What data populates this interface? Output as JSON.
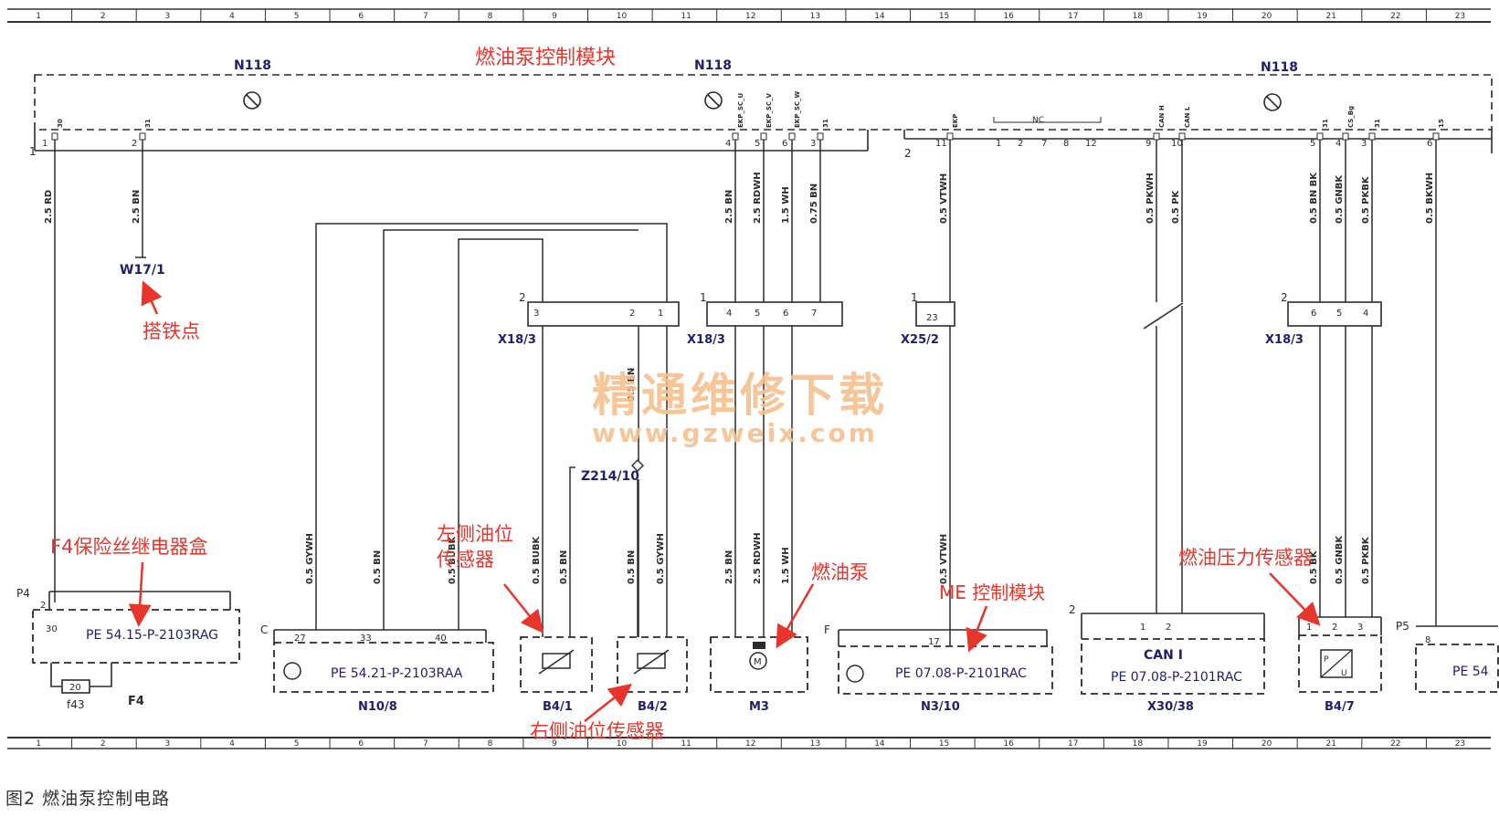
{
  "colors": {
    "line": "#2b2b2b",
    "label": "#1f1f6e",
    "annotation": "#e8352b",
    "watermark": "#f6c08e",
    "grid": "#333333"
  },
  "grid_cols": [
    "1",
    "2",
    "3",
    "4",
    "5",
    "6",
    "7",
    "8",
    "9",
    "10",
    "11",
    "12",
    "13",
    "14",
    "15",
    "16",
    "17",
    "18",
    "19",
    "20",
    "21",
    "22",
    "23"
  ],
  "module": {
    "title": "燃油泵控制模块",
    "refs": [
      "N118",
      "N118",
      "N118"
    ],
    "group1": "1",
    "group2": "2",
    "nc": "NC",
    "pins_g1": [
      "1",
      "2",
      "4",
      "5",
      "6",
      "3"
    ],
    "pins_g2": [
      "11",
      "1",
      "2",
      "7",
      "8",
      "12",
      "9",
      "10",
      "5",
      "4",
      "3",
      "6"
    ],
    "pin_names": [
      "30",
      "31",
      "EKP_SC_U",
      "EKP_SC_V",
      "EKP_SC_W",
      "31",
      "EKP",
      "CAN H",
      "CAN L",
      "31",
      "CS_Bg",
      "31",
      "15"
    ]
  },
  "wires": {
    "top": [
      "2.5 RD",
      "2.5 BN",
      "2.5 BN",
      "2.5 RDWH",
      "1.5 WH",
      "0.75 BN",
      "0.5 VTWH",
      "0.5 PKWH",
      "0.5 PK",
      "0.5 BN BK",
      "0.5 GNBK",
      "0.5 PKBK",
      "0.5 BKWH"
    ],
    "bottom": [
      "0.5 GYWH",
      "0.5 BN",
      "0.5 BUBK",
      "0.5 BUBK",
      "0.5 BN",
      "0.5 BN",
      "0.5 GYWH",
      "2.5 BN",
      "2.5 RDWH",
      "1.5 WH",
      "0.5 VTWH",
      "0.5 BK",
      "0.5 GNBK",
      "0.5 PKBK"
    ],
    "mid": "0.5 BN"
  },
  "connectors": {
    "w17": "W17/1",
    "x18a": "X18/3",
    "x18a_num": "2",
    "x18a_pins": [
      "3",
      "2",
      "1"
    ],
    "x18b": "X18/3",
    "x18b_num": "1",
    "x18b_pins": [
      "4",
      "5",
      "6",
      "7"
    ],
    "x25": "X25/2",
    "x25_num": "1",
    "x25_pin": "23",
    "x18c": "X18/3",
    "x18c_num": "2",
    "x18c_pins": [
      "6",
      "5",
      "4"
    ],
    "z214": "Z214/10"
  },
  "components": {
    "f4": {
      "label": "F4",
      "ref": "PE 54.15-P-2103RAG",
      "letter": "P4",
      "pins": [
        "2",
        "30"
      ],
      "fuse": "20",
      "fuse_label": "f43"
    },
    "n10": {
      "label": "N10/8",
      "ref": "PE 54.21-P-2103RAA",
      "letter": "C",
      "pins": [
        "27",
        "33",
        "40"
      ]
    },
    "b41": {
      "label": "B4/1"
    },
    "b42": {
      "label": "B4/2"
    },
    "m3": {
      "label": "M3",
      "symbol": "M"
    },
    "n310": {
      "label": "N3/10",
      "ref": "PE 07.08-P-2101RAC",
      "letter": "F",
      "pins": [
        "17"
      ]
    },
    "x3038": {
      "label": "X30/38",
      "ref": "PE 07.08-P-2101RAC",
      "letter": "2",
      "title": "CAN I",
      "pins": [
        "1",
        "2"
      ]
    },
    "b47": {
      "label": "B4/7",
      "pins": [
        "1",
        "2",
        "3"
      ],
      "p": "P",
      "u": "U"
    },
    "p5": {
      "letter": "P5",
      "ref": "PE 54",
      "pins": [
        "8"
      ]
    }
  },
  "annotations": {
    "ground": "搭铁点",
    "f4box": "F4保险丝继电器盒",
    "left_sensor_1": "左侧油位",
    "left_sensor_2": "传感器",
    "right_sensor": "右侧油位传感器",
    "pump": "燃油泵",
    "me": "ME 控制模块",
    "pressure": "燃油压力传感器"
  },
  "watermark": {
    "line1": "精通维修下载",
    "line2": "www.gzweix.com"
  },
  "caption": "图2   燃油泵控制电路"
}
